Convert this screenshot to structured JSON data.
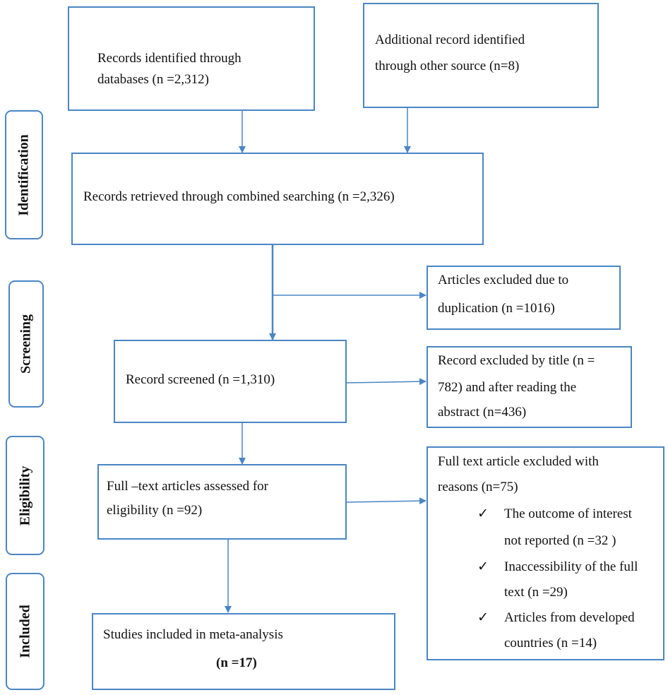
{
  "stages": {
    "identification": "Identification",
    "screening": "Screening",
    "eligibility": "Eligibility",
    "included": "Included"
  },
  "boxes": {
    "databases": [
      "Records identified through",
      "databases (n =2,312)"
    ],
    "other_sources": [
      "Additional record identified",
      "through other source (n=8)"
    ],
    "combined": "Records retrieved through combined searching (n =2,326)",
    "duplicates": [
      "Articles excluded due to",
      "duplication (n =1016)"
    ],
    "screened": "Record screened (n =1,310)",
    "excluded_title": [
      "Record excluded by title (n =",
      "782) and after reading the",
      "abstract (n=436)"
    ],
    "fulltext": [
      "Full –text articles assessed for",
      "eligibility (n =92)"
    ],
    "excluded_fulltext": {
      "heading": [
        "Full text article excluded with",
        "reasons (n=75)"
      ],
      "check_symbol": "✓",
      "reasons": [
        [
          "The outcome of interest",
          "not reported (n =32 )"
        ],
        [
          "Inaccessibility of the full",
          "text  (n =29)"
        ],
        [
          "Articles from developed",
          "countries (n =14)"
        ]
      ]
    },
    "included": {
      "label": "Studies included in meta-analysis",
      "count": "(n =17)"
    }
  },
  "colors": {
    "line": "#4a86c5",
    "text": "#111111"
  }
}
